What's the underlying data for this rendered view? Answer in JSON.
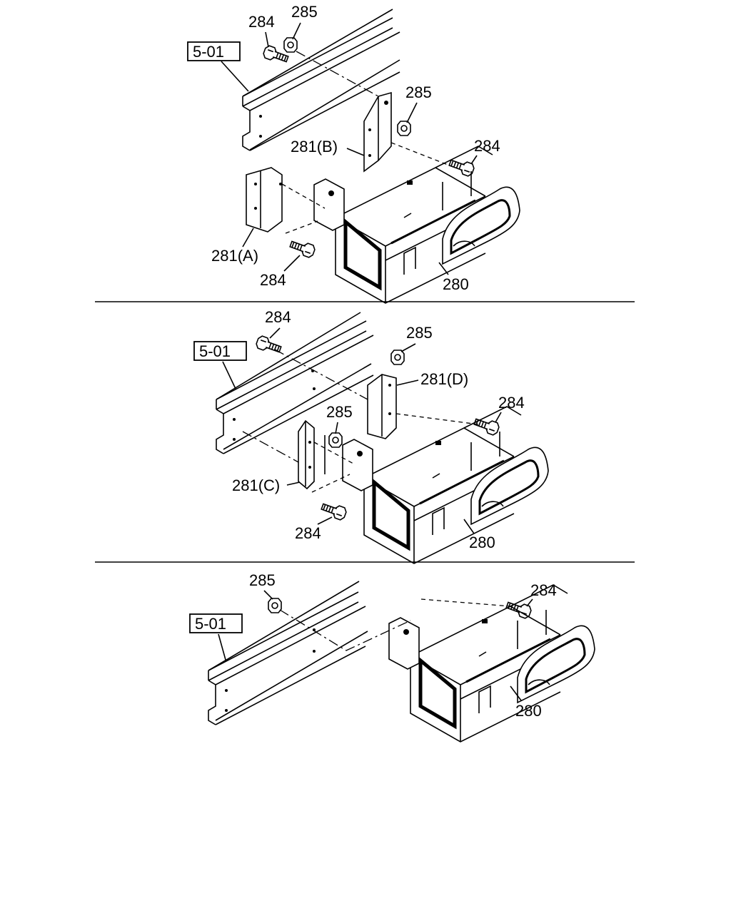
{
  "ref_label": "5-01",
  "callouts": {
    "bolt": "284",
    "nut": "285",
    "bracket_a": "281(A)",
    "bracket_b": "281(B)",
    "bracket_c": "281(C)",
    "bracket_d": "281(D)",
    "battery_box": "280"
  }
}
